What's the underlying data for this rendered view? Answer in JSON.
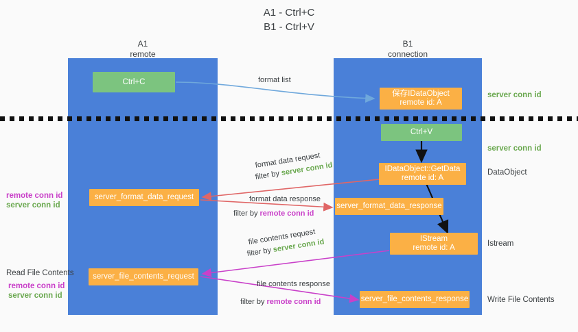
{
  "title": {
    "line1": "A1 - Ctrl+C",
    "line2": "B1 - Ctrl+V"
  },
  "columns": [
    {
      "name": "A1",
      "sub": "remote"
    },
    {
      "name": "B1",
      "sub": "connection"
    }
  ],
  "boxes": {
    "ctrl_c": "Ctrl+C",
    "ctrl_v": "Ctrl+V",
    "idataobject_line1": "保存IDataObject",
    "idataobject_line2": "remote id: A",
    "getdata_line1": "IDataObject::GetData",
    "getdata_line2": "remote id: A",
    "istream_line1": "IStream",
    "istream_line2": "remote id: A",
    "server_format_data_request": "server_format_data_request",
    "server_format_data_response": "server_format_data_response",
    "server_file_contents_request": "server_file_contents_request",
    "server_file_contents_response": "server_file_contents_response"
  },
  "right_labels": {
    "server_conn_id_top": "server conn id",
    "server_conn_id_mid": "server conn id",
    "dataobject": "DataObject",
    "istream": "Istream",
    "write_file_contents": "Write File Contents"
  },
  "left_labels": {
    "remote_conn_id_1": "remote conn id",
    "server_conn_id_1": "server conn id",
    "read_file_contents": "Read File Contents",
    "remote_conn_id_2": "remote conn id",
    "server_conn_id_2": "server conn id"
  },
  "edges": {
    "format_list": "format list",
    "format_data_request": "format data request",
    "format_data_request_filter_prefix": "filter by ",
    "format_data_request_filter_value": "server conn id",
    "format_data_response": "format data response",
    "format_data_response_filter_prefix": "filter by ",
    "format_data_response_filter_value": "remote conn id",
    "file_contents_request": "file contents request",
    "file_contents_request_filter_prefix": "filter by ",
    "file_contents_request_filter_value": "server conn id",
    "file_contents_response": "file contents response",
    "file_contents_response_filter_prefix": "filter by ",
    "file_contents_response_filter_value": "remote conn id"
  },
  "colors": {
    "lane": "#4a80d8",
    "green_box": "#7cc47f",
    "orange_box": "#fbb045",
    "green_text": "#6aa84f",
    "magenta_text": "#c940c9",
    "arrow_blue": "#6fa8dc",
    "arrow_red": "#e06666",
    "arrow_magenta": "#c940c9",
    "arrow_black": "#111111"
  }
}
